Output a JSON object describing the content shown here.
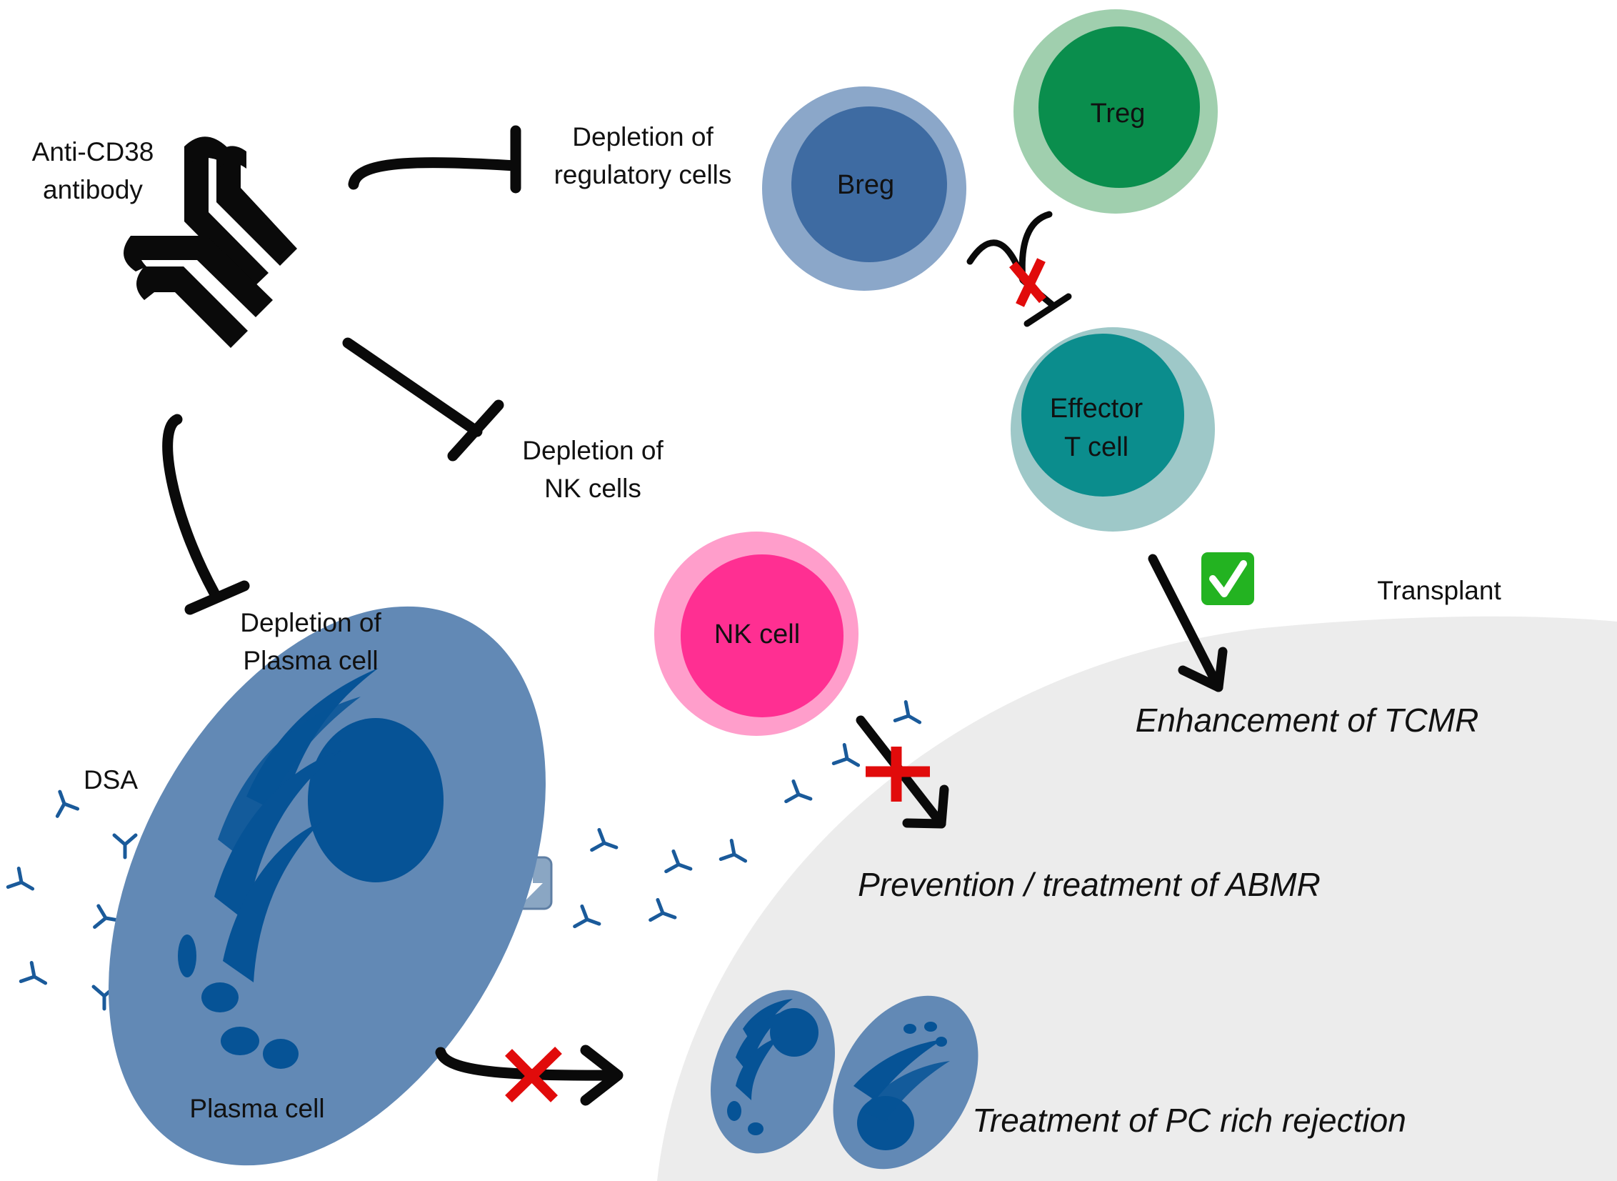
{
  "labels": {
    "antibody": [
      "Anti-CD38",
      "antibody"
    ],
    "depletion_regulatory": [
      "Depletion of",
      "regulatory cells"
    ],
    "depletion_nk": [
      "Depletion of",
      "NK cells"
    ],
    "depletion_plasma": [
      "Depletion of",
      "Plasma cell"
    ],
    "dsa": "DSA",
    "plasma_cell": "Plasma cell",
    "transplant": "Transplant",
    "breg": "Breg",
    "treg": "Treg",
    "effector": [
      "Effector",
      "T cell"
    ],
    "nk_cell": "NK cell"
  },
  "outcomes": {
    "tcmr": "Enhancement of TCMR",
    "abmr": "Prevention / treatment of ABMR",
    "pc_rich": "Treatment of PC rich rejection"
  },
  "icons": {
    "check": "check-mark-icon",
    "down_arrow": "down-arrow-icon",
    "block_x": "red-x-icon"
  },
  "colors": {
    "breg_outer": "#8ba7c9",
    "breg_inner": "#3e6ba2",
    "treg_outer": "#a0cfae",
    "treg_inner": "#0a8e4d",
    "effector_outer": "#9ec8c8",
    "effector_inner": "#0b8d8d",
    "nk_outer": "#ff9ecb",
    "nk_inner": "#ff2f92",
    "plasma_body": "#6289b5",
    "plasma_dark": "#065396",
    "dsa": "#1a5a9a",
    "transplant_bg": "#ececec",
    "block_x": "#e10b0b",
    "check_green": "#23b321"
  }
}
